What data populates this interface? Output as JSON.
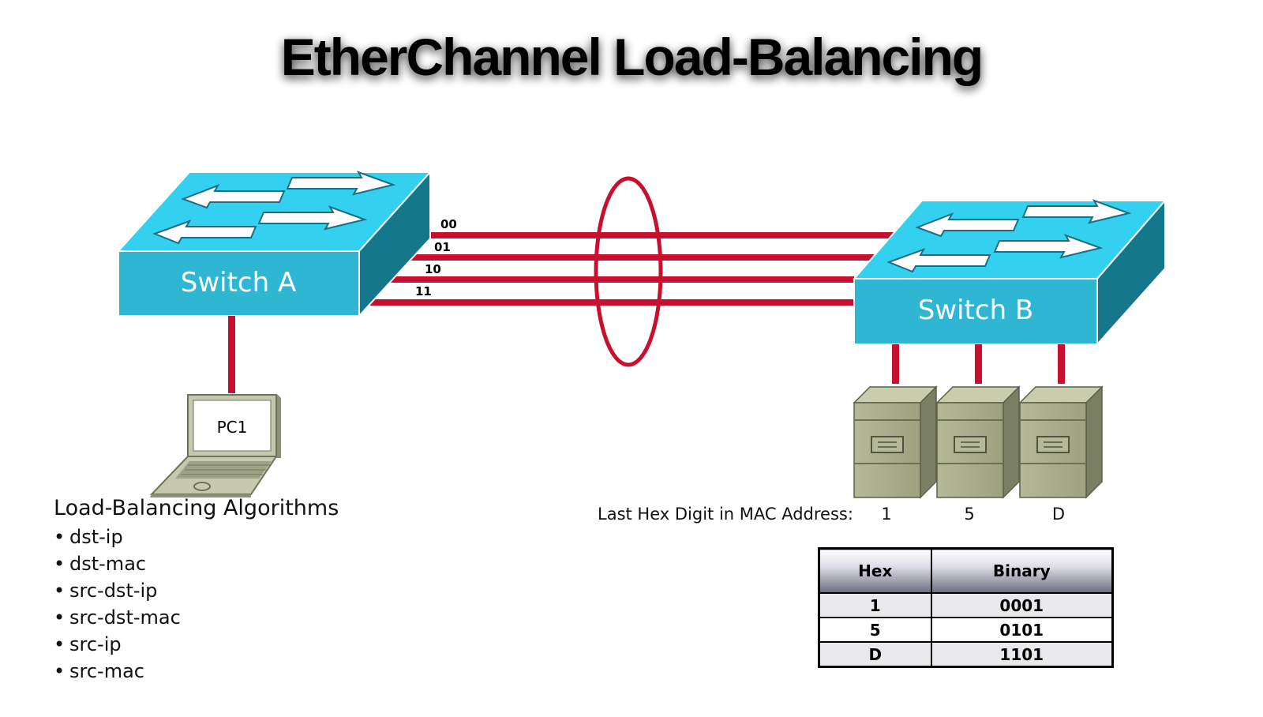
{
  "title": "EtherChannel Load-Balancing",
  "switch_a": {
    "label": "Switch A"
  },
  "switch_b": {
    "label": "Switch B"
  },
  "links": [
    "00",
    "01",
    "10",
    "11"
  ],
  "pc": {
    "label": "PC1"
  },
  "mac_digits": {
    "label": "Last Hex Digit in MAC Address:",
    "values": [
      "1",
      "5",
      "D"
    ]
  },
  "algorithms": {
    "heading": "Load-Balancing Algorithms",
    "items": [
      "dst-ip",
      "dst-mac",
      "src-dst-ip",
      "src-dst-mac",
      "src-ip",
      "src-mac"
    ]
  },
  "hex_table": {
    "headers": [
      "Hex",
      "Binary"
    ],
    "rows": [
      [
        "1",
        "0001"
      ],
      [
        "5",
        "0101"
      ],
      [
        "D",
        "1101"
      ]
    ]
  },
  "colors": {
    "switch_front": "#2eb6d3",
    "switch_top": "#33d0ef",
    "switch_side": "#15778c",
    "link": "#c8102e",
    "server": "#a7ac8a",
    "laptop": "#c7c9ae"
  },
  "icons": [
    "switch-icon",
    "laptop-icon",
    "server-icon",
    "etherchannel-bundle-icon"
  ]
}
